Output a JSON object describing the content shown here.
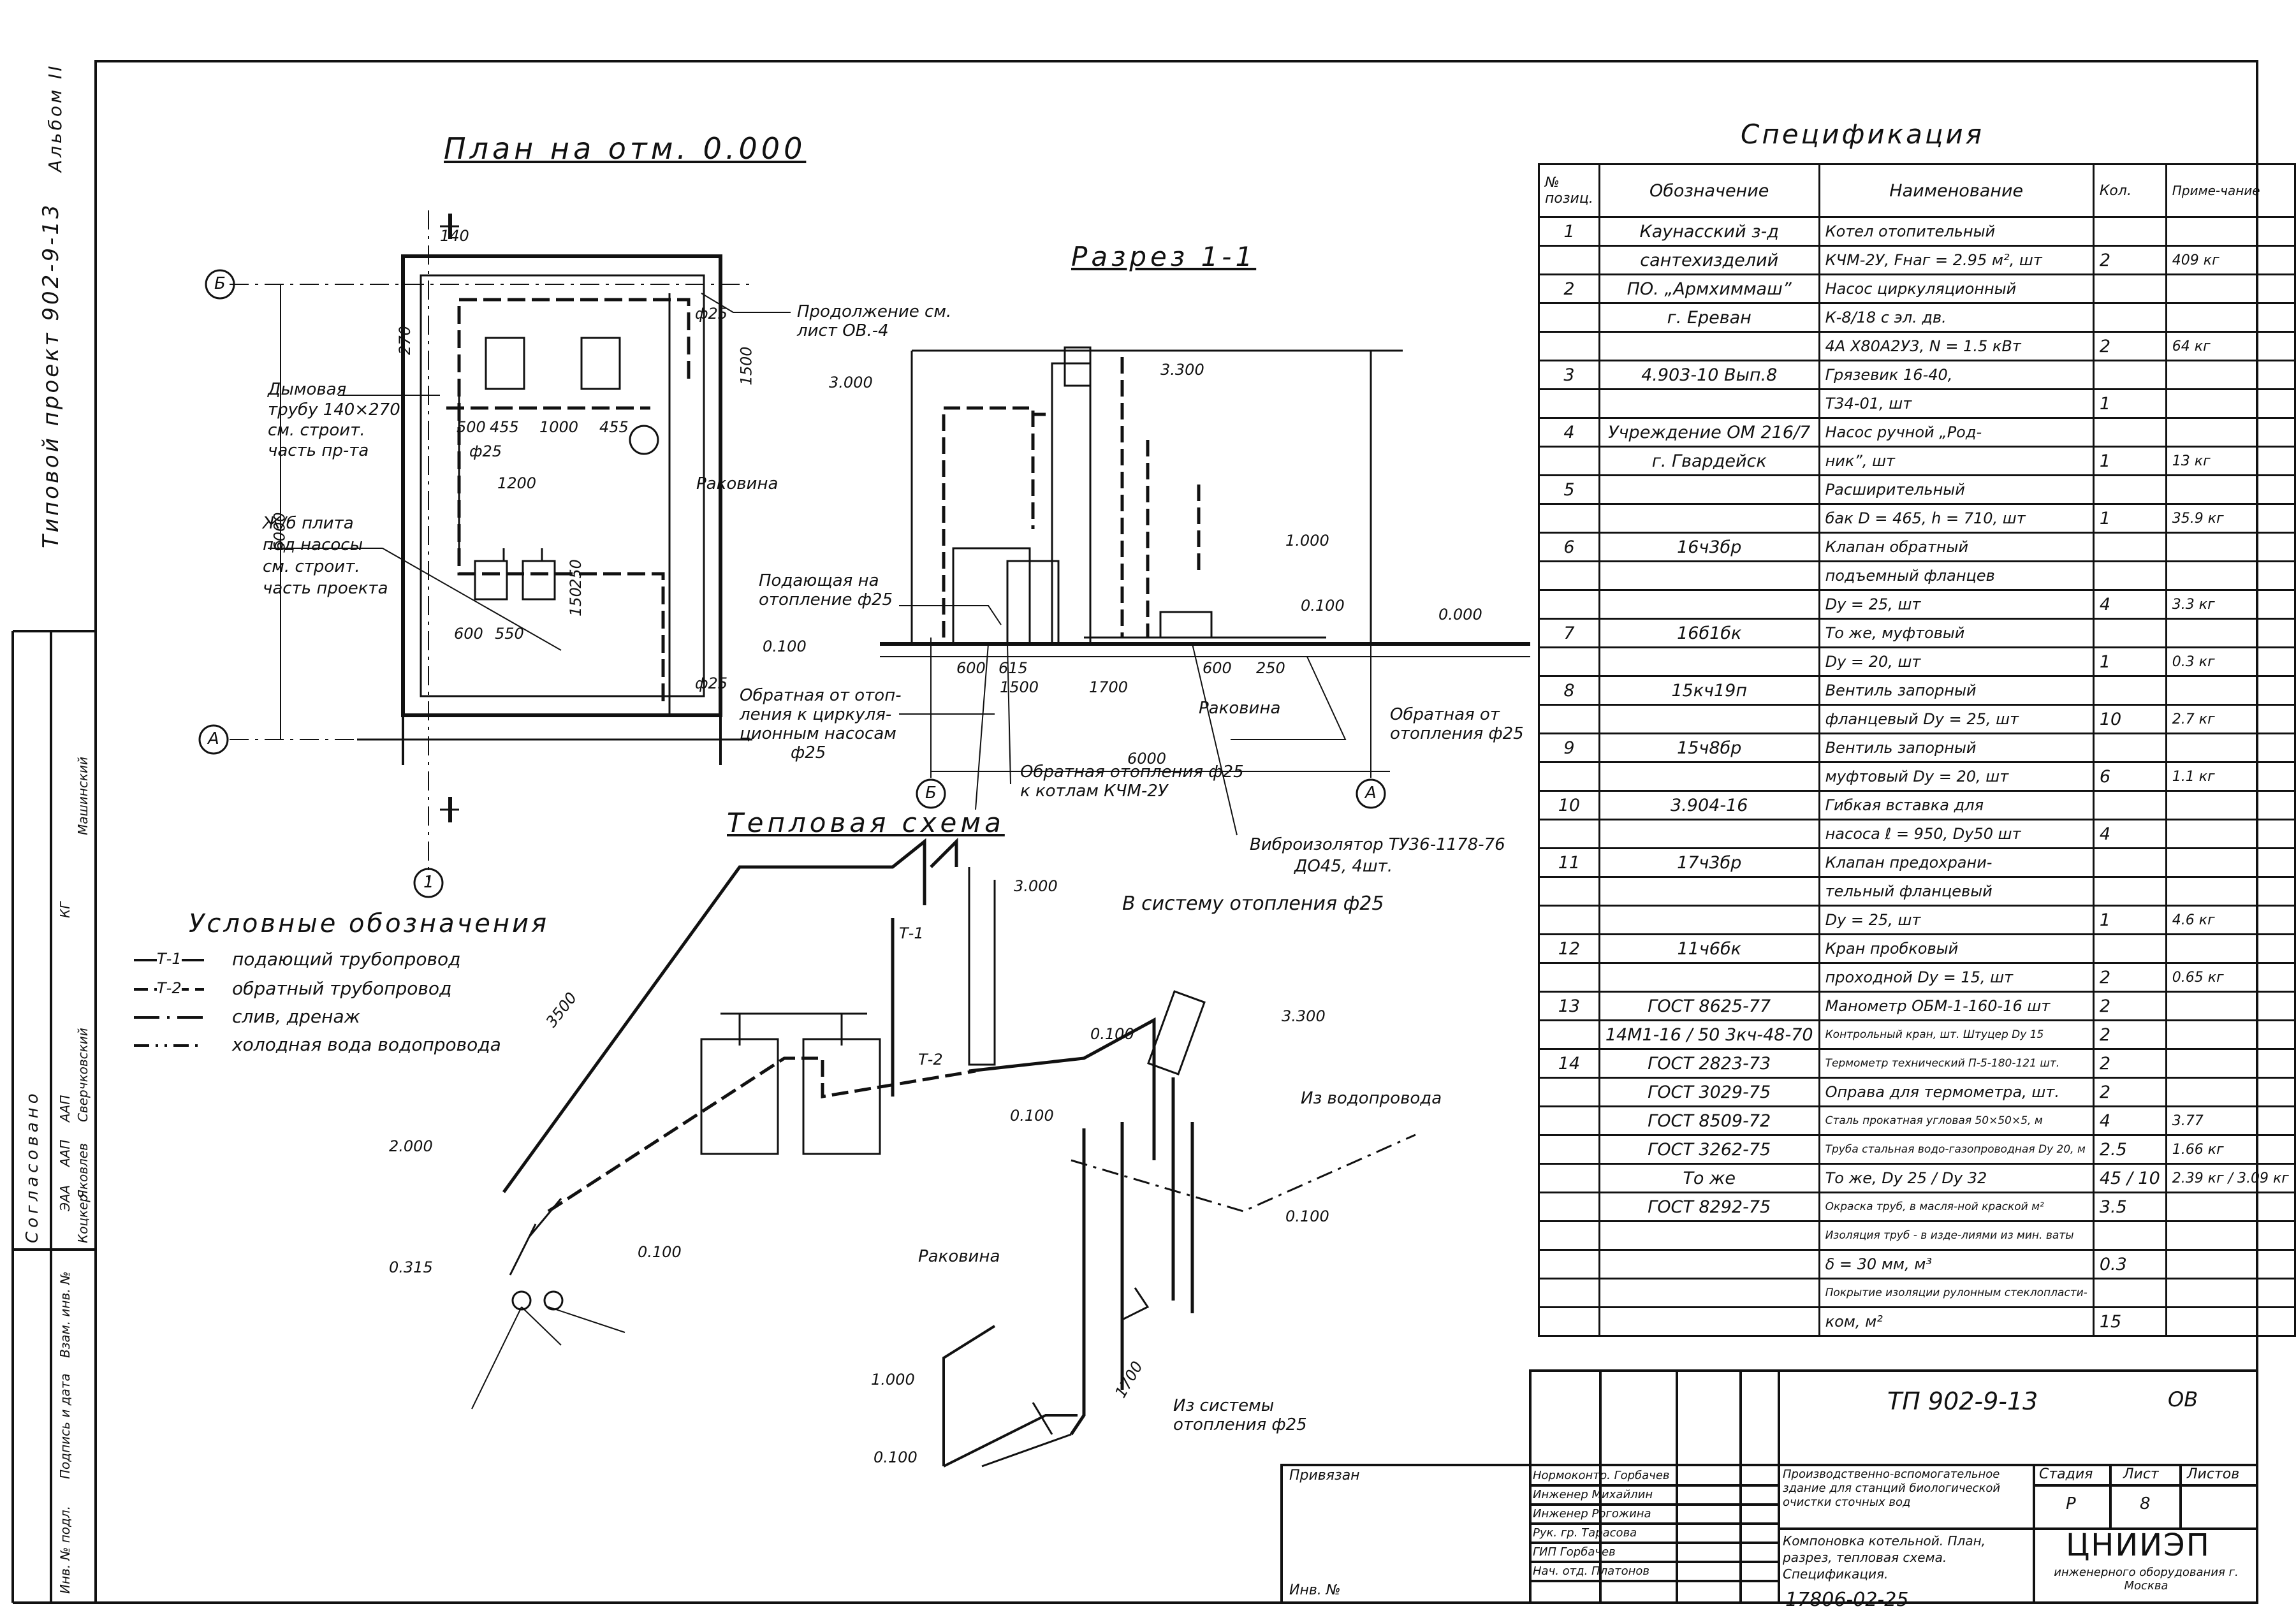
{
  "side_text": {
    "project": "Типовой проект 902-9-13",
    "album": "Альбом II"
  },
  "titles": {
    "plan": "План на отм. 0.000",
    "section": "Разрез 1-1",
    "heat_scheme": "Тепловая схема",
    "legend": "Условные обозначения",
    "spec": "Спецификация"
  },
  "plan": {
    "axes": [
      "Б",
      "А",
      "1"
    ],
    "dims": [
      "140",
      "270",
      "6000",
      "1500",
      "500",
      "455",
      "1000",
      "455",
      "1200",
      "600",
      "550",
      "250",
      "150"
    ],
    "labels": {
      "chimney": [
        "Дымовая",
        "трубу 140×270",
        "см. строит.",
        "часть пр-та"
      ],
      "slab": [
        "Ж/б плита",
        "под насосы",
        "см. строит.",
        "часть проекта"
      ],
      "continuation": [
        "Продолжение см.",
        "лист ОВ.-4"
      ],
      "sink": "Раковина",
      "d": "ф25"
    }
  },
  "section": {
    "levels": [
      "3.000",
      "3.300",
      "1.000",
      "0.100",
      "0.000",
      "0.100"
    ],
    "labels": {
      "supply": [
        "Подающая на",
        "отопление ф25"
      ],
      "return_pumps": [
        "Обратная от отоп-",
        "ления к циркуля-",
        "ционным насосам",
        "ф25"
      ],
      "return_boilers": [
        "Обратная отопления ф25",
        "к котлам КЧМ-2У"
      ],
      "return_from": [
        "Обратная от",
        "отопления ф25"
      ],
      "vibro": [
        "Виброизолятор ТУ36-1178-76",
        "ДО45, 4шт."
      ],
      "sink": "Раковина"
    },
    "dims": [
      "600",
      "615",
      "1500",
      "1700",
      "600",
      "250",
      "6000"
    ],
    "axes": [
      "Б",
      "А"
    ]
  },
  "scheme": {
    "labels": {
      "to_system": "В систему отопления ф25",
      "from_water": "Из водопровода",
      "from_system": [
        "Из системы",
        "отопления ф25"
      ],
      "sink": "Раковина"
    },
    "levels": [
      "3.000",
      "0.100",
      "3.300",
      "0.100",
      "2.000",
      "0.315",
      "0.100",
      "0.100",
      "1.000",
      "0.100"
    ],
    "dims": [
      "3500",
      "1700"
    ],
    "pipes": [
      "Т-1",
      "Т-2"
    ]
  },
  "legend": {
    "items": [
      {
        "code": "Т-1",
        "text": "подающий трубопровод"
      },
      {
        "code": "Т-2",
        "text": "обратный трубопровод"
      },
      {
        "code": "",
        "text": "слив, дренаж"
      },
      {
        "code": "",
        "text": "холодная вода водопровода"
      }
    ]
  },
  "spec": {
    "headers": [
      "№ позиц.",
      "Обозначение",
      "Наименование",
      "Кол.",
      "Приме-чание"
    ],
    "rows": [
      [
        "1",
        "Каунасский з-д",
        "Котел отопительный",
        "",
        ""
      ],
      [
        "",
        "сантехизделий",
        "КЧМ-2У, Fнаг = 2.95 м², шт",
        "2",
        "409 кг"
      ],
      [
        "2",
        "ПО. „Армхиммаш”",
        "Насос циркуляционный",
        "",
        ""
      ],
      [
        "",
        "г. Ереван",
        "К-8/18 с эл. дв.",
        "",
        ""
      ],
      [
        "",
        "",
        "4А Х80А2У3, N = 1.5 кВт",
        "2",
        "64 кг"
      ],
      [
        "3",
        "4.903-10 Вып.8",
        "Грязевик 16-40,",
        "",
        ""
      ],
      [
        "",
        "",
        "Т34-01, шт",
        "1",
        ""
      ],
      [
        "4",
        "Учреждение ОМ 216/7",
        "Насос ручной „Род-",
        "",
        ""
      ],
      [
        "",
        "г. Гвардейск",
        "ник”, шт",
        "1",
        "13 кг"
      ],
      [
        "5",
        "",
        "Расширительный",
        "",
        ""
      ],
      [
        "",
        "",
        "бак D = 465, h = 710, шт",
        "1",
        "35.9 кг"
      ],
      [
        "6",
        "16ч3бр",
        "Клапан обратный",
        "",
        ""
      ],
      [
        "",
        "",
        "подъемный фланцев",
        "",
        ""
      ],
      [
        "",
        "",
        "Dу = 25, шт",
        "4",
        "3.3 кг"
      ],
      [
        "7",
        "16б1бк",
        "То же, муфтовый",
        "",
        ""
      ],
      [
        "",
        "",
        "Dу = 20, шт",
        "1",
        "0.3 кг"
      ],
      [
        "8",
        "15кч19п",
        "Вентиль запорный",
        "",
        ""
      ],
      [
        "",
        "",
        "фланцевый Dу = 25, шт",
        "10",
        "2.7 кг"
      ],
      [
        "9",
        "15ч8бр",
        "Вентиль запорный",
        "",
        ""
      ],
      [
        "",
        "",
        "муфтовый Dу = 20, шт",
        "6",
        "1.1 кг"
      ],
      [
        "10",
        "3.904-16",
        "Гибкая вставка для",
        "",
        ""
      ],
      [
        "",
        "",
        "насоса ℓ = 950, Dу50 шт",
        "4",
        ""
      ],
      [
        "11",
        "17ч3бр",
        "Клапан предохрани-",
        "",
        ""
      ],
      [
        "",
        "",
        "тельный фланцевый",
        "",
        ""
      ],
      [
        "",
        "",
        "Dу = 25, шт",
        "1",
        "4.6 кг"
      ],
      [
        "12",
        "11ч6бк",
        "Кран пробковый",
        "",
        ""
      ],
      [
        "",
        "",
        "проходной Dу = 15, шт",
        "2",
        "0.65 кг"
      ],
      [
        "13",
        "ГОСТ 8625-77",
        "Манометр ОБМ-1-160-16 шт",
        "2",
        ""
      ],
      [
        "",
        "14М1-16 / 50 3кч-48-70",
        "Контрольный кран, шт. Штуцер Dу 15",
        "2",
        ""
      ],
      [
        "14",
        "ГОСТ 2823-73",
        "Термометр технический П-5-180-121 шт.",
        "2",
        ""
      ],
      [
        "",
        "ГОСТ 3029-75",
        "Оправа для термометра, шт.",
        "2",
        ""
      ],
      [
        "",
        "ГОСТ 8509-72",
        "Сталь прокатная угловая 50×50×5, м",
        "4",
        "3.77"
      ],
      [
        "",
        "ГОСТ 3262-75",
        "Труба стальная водо-газопроводная Dу 20, м",
        "2.5",
        "1.66 кг"
      ],
      [
        "",
        "То же",
        "То же, Dу 25 / Dу 32",
        "45 / 10",
        "2.39 кг / 3.09 кг"
      ],
      [
        "",
        "ГОСТ 8292-75",
        "Окраска труб, в масля-ной краской м²",
        "3.5",
        ""
      ],
      [
        "",
        "",
        "Изоляция труб - в изде-лиями из мин. ваты",
        "",
        ""
      ],
      [
        "",
        "",
        "δ = 30 мм, м³",
        "0.3",
        ""
      ],
      [
        "",
        "",
        "Покрытие изоляции рулонным стеклопласти-",
        "",
        ""
      ],
      [
        "",
        "",
        "ком, м²",
        "15",
        ""
      ]
    ]
  },
  "stamp": {
    "code": "ТП 902-9-13",
    "sheet_mark": "ОВ",
    "binding": "Привязан",
    "inv": "Инв. №",
    "roles": [
      {
        "role": "Нормоконтр.",
        "name": "Горбачев"
      },
      {
        "role": "Инженер",
        "name": "Михайлин"
      },
      {
        "role": "Инженер",
        "name": "Рогожина"
      },
      {
        "role": "Рук. гр.",
        "name": "Тарасова"
      },
      {
        "role": "ГИП",
        "name": "Горбачев"
      },
      {
        "role": "Нач. отд.",
        "name": "Платонов"
      }
    ],
    "object": "Производственно-вспомогательное здание для станций биологической очистки сточных вод",
    "sheet_title": "Компоновка котельной. План, разрез, тепловая схема. Спецификация.",
    "stage_label": "Стадия",
    "sheet_label": "Лист",
    "sheets_label": "Листов",
    "stage": "Р",
    "sheet": "8",
    "org": "ЦНИИЭП",
    "org_sub": "инженерного оборудования г. Москва",
    "left_agreed": "Согласовано",
    "left_rows": [
      "ЭАА",
      "ААП",
      "ААП",
      "КГ"
    ],
    "left_names": [
      "Сверчковский",
      "Яковлев",
      "Коцкер",
      "Машинский"
    ],
    "left_cols": [
      "Инв. № подл.",
      "Подпись и дата",
      "Взам. инв. №"
    ],
    "bottom_num": "17806-02-25"
  }
}
